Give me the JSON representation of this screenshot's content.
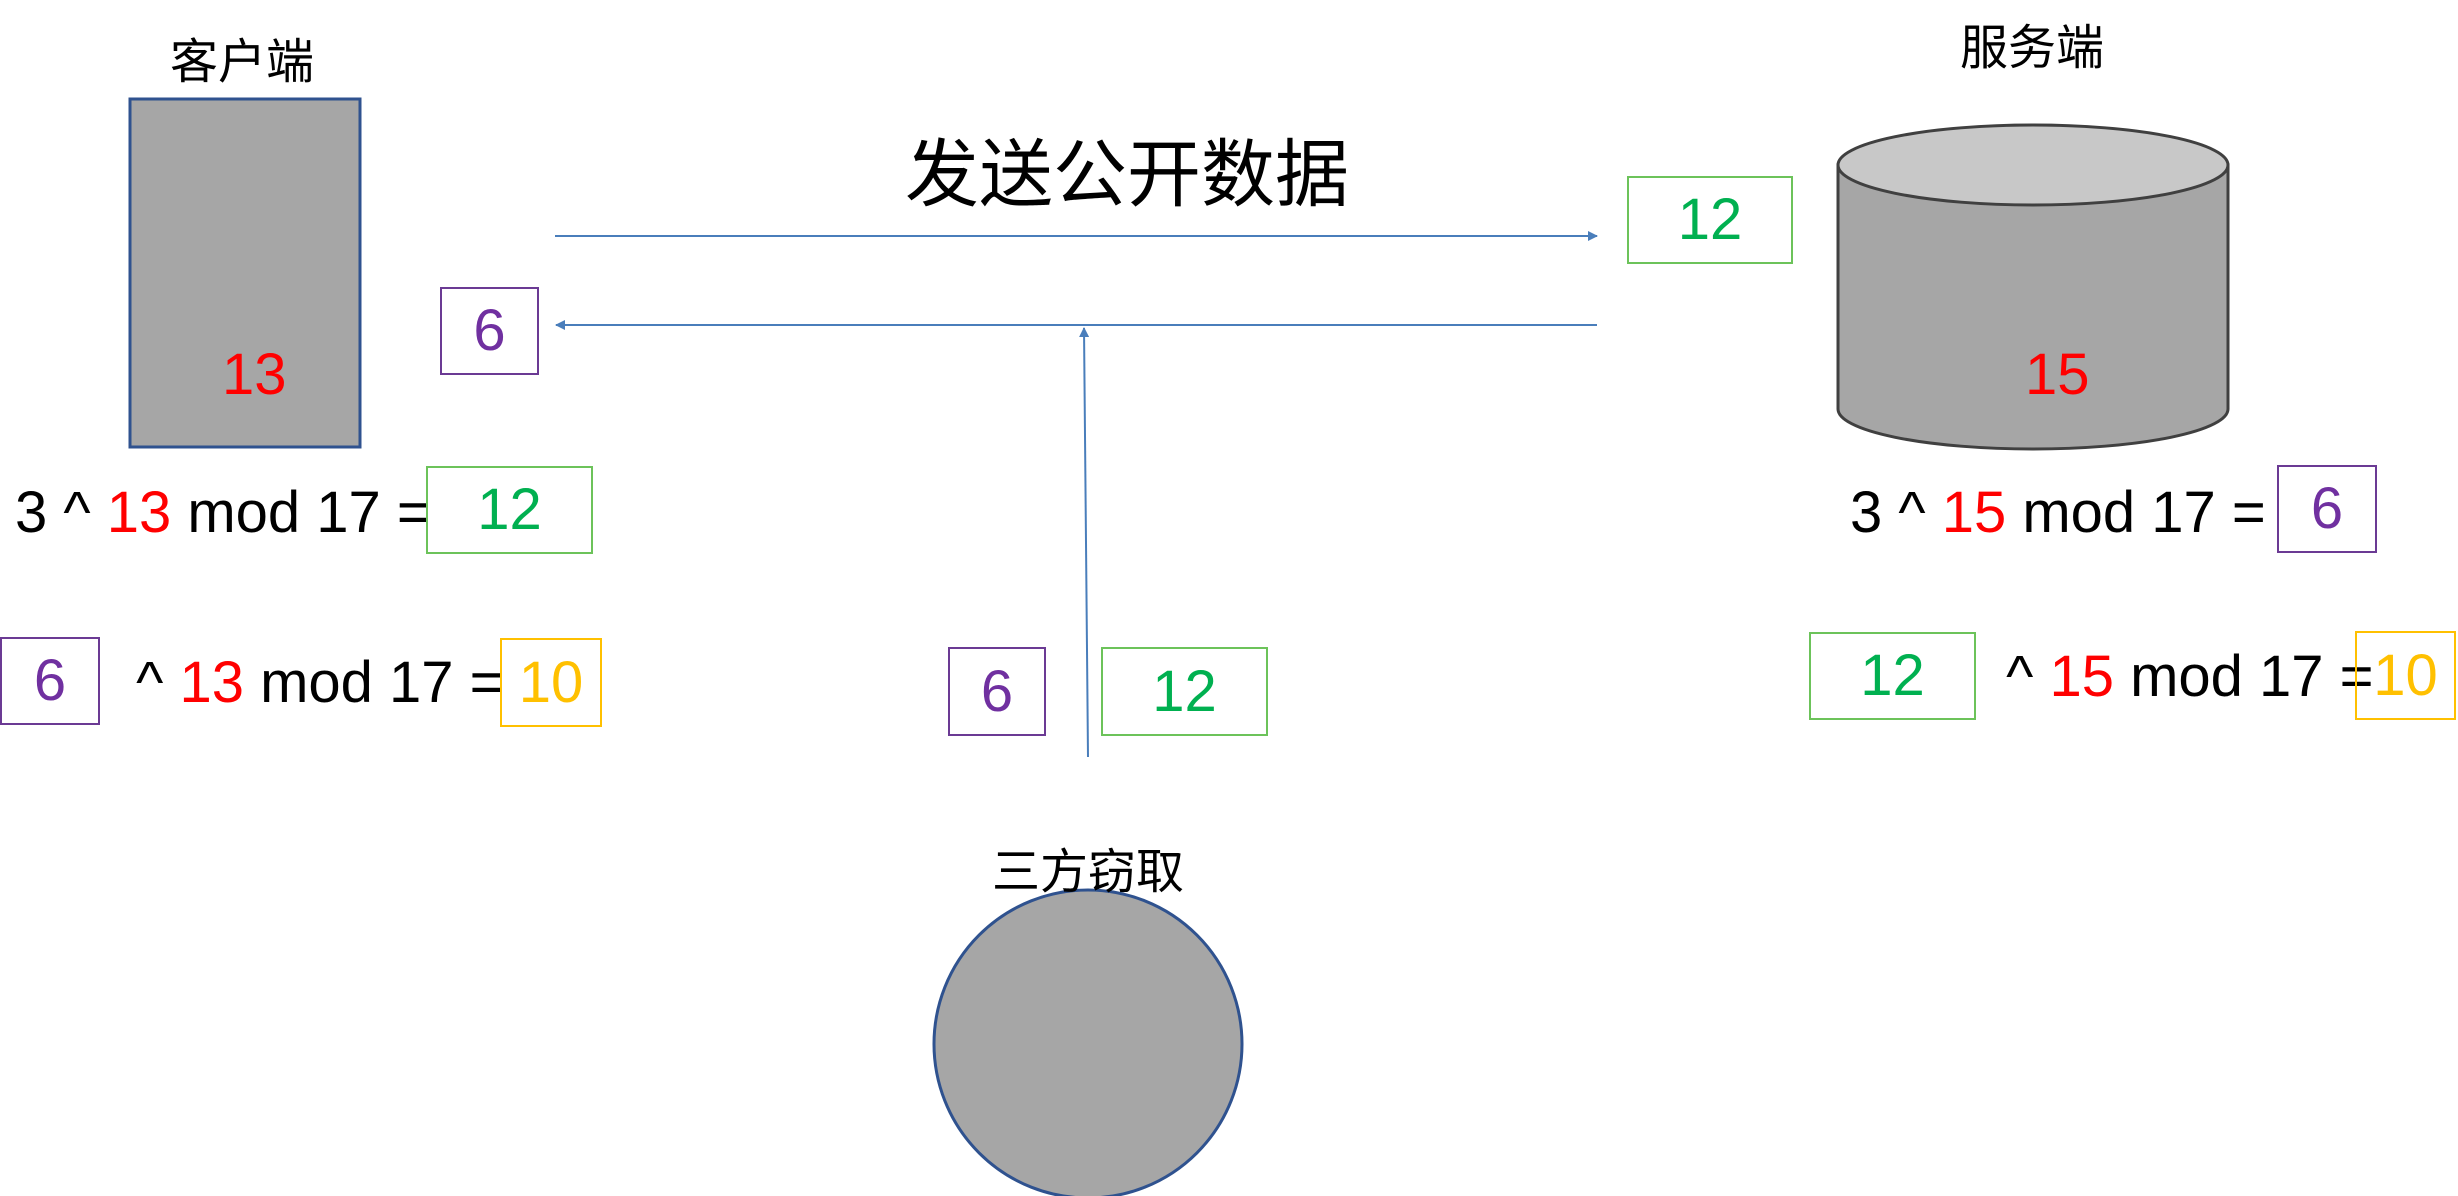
{
  "labels": {
    "client": "客户端",
    "server": "服务端",
    "send_public": "发送公开数据",
    "eavesdrop": "三方窃取"
  },
  "client": {
    "private_key": "13",
    "eq1": {
      "base": "3 ^ ",
      "exp": "13",
      "rest": " mod 17 = ",
      "result": "12"
    },
    "eq2": {
      "base": "6",
      "op": " ^ ",
      "exp": "13",
      "rest": " mod 17 =",
      "result": "10"
    }
  },
  "server": {
    "private_key": "15",
    "eq1": {
      "base": "3 ^ ",
      "exp": "15",
      "rest": " mod 17 = ",
      "result": "6"
    },
    "eq2": {
      "base": "12",
      "op": " ^ ",
      "exp": "15",
      "rest": " mod 17 =",
      "result": "10"
    }
  },
  "transfer": {
    "to_server": "12",
    "to_client": "6"
  },
  "intercepted": {
    "a": "6",
    "b": "12"
  },
  "colors": {
    "private": "#FF0000",
    "public_a": "#00B050",
    "public_b": "#7030A0",
    "shared": "#FFC000",
    "arrow": "#4A7EBB",
    "shape_fill": "#A6A6A6",
    "shape_stroke": "#2F528F"
  }
}
